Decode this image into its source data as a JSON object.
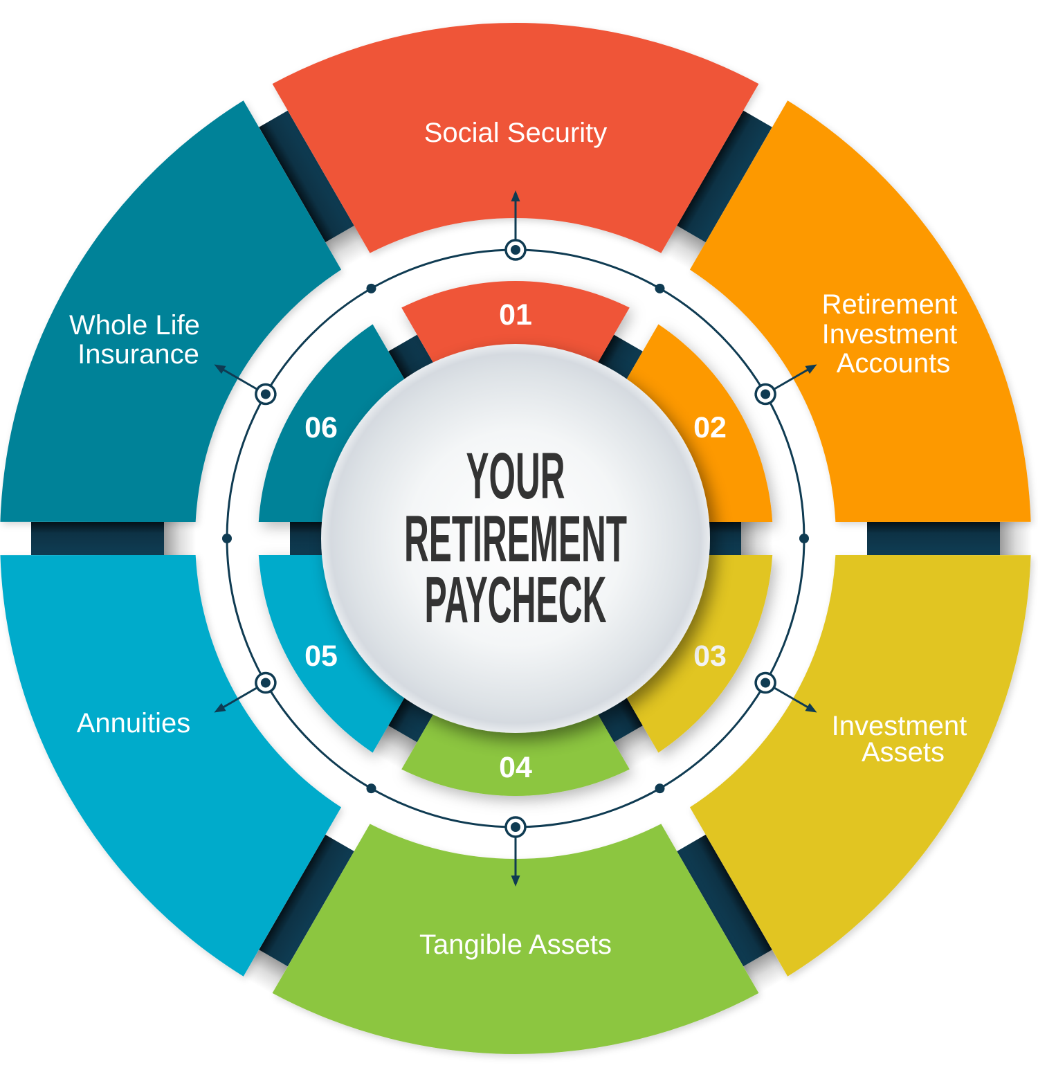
{
  "title": {
    "lines": [
      "YOUR",
      "RETIREMENT",
      "PAYCHECK"
    ],
    "color": "#333333"
  },
  "segments": [
    {
      "number": "01",
      "label_lines": [
        "Social Security"
      ],
      "color": "#EF5439"
    },
    {
      "number": "02",
      "label_lines": [
        "Retirement",
        "Investment",
        "Accounts"
      ],
      "color": "#FD9902"
    },
    {
      "number": "03",
      "label_lines": [
        "Investment",
        "Assets"
      ],
      "color": "#E1C521"
    },
    {
      "number": "04",
      "label_lines": [
        "Tangible Assets"
      ],
      "color": "#8CC63F"
    },
    {
      "number": "05",
      "label_lines": [
        "Annuities"
      ],
      "color": "#00ABCB"
    },
    {
      "number": "06",
      "label_lines": [
        "Whole Life",
        "Insurance"
      ],
      "color": "#028298"
    }
  ],
  "accent": {
    "connector_color": "#0F3B52",
    "center_circle_color": "#EEF1F3"
  }
}
